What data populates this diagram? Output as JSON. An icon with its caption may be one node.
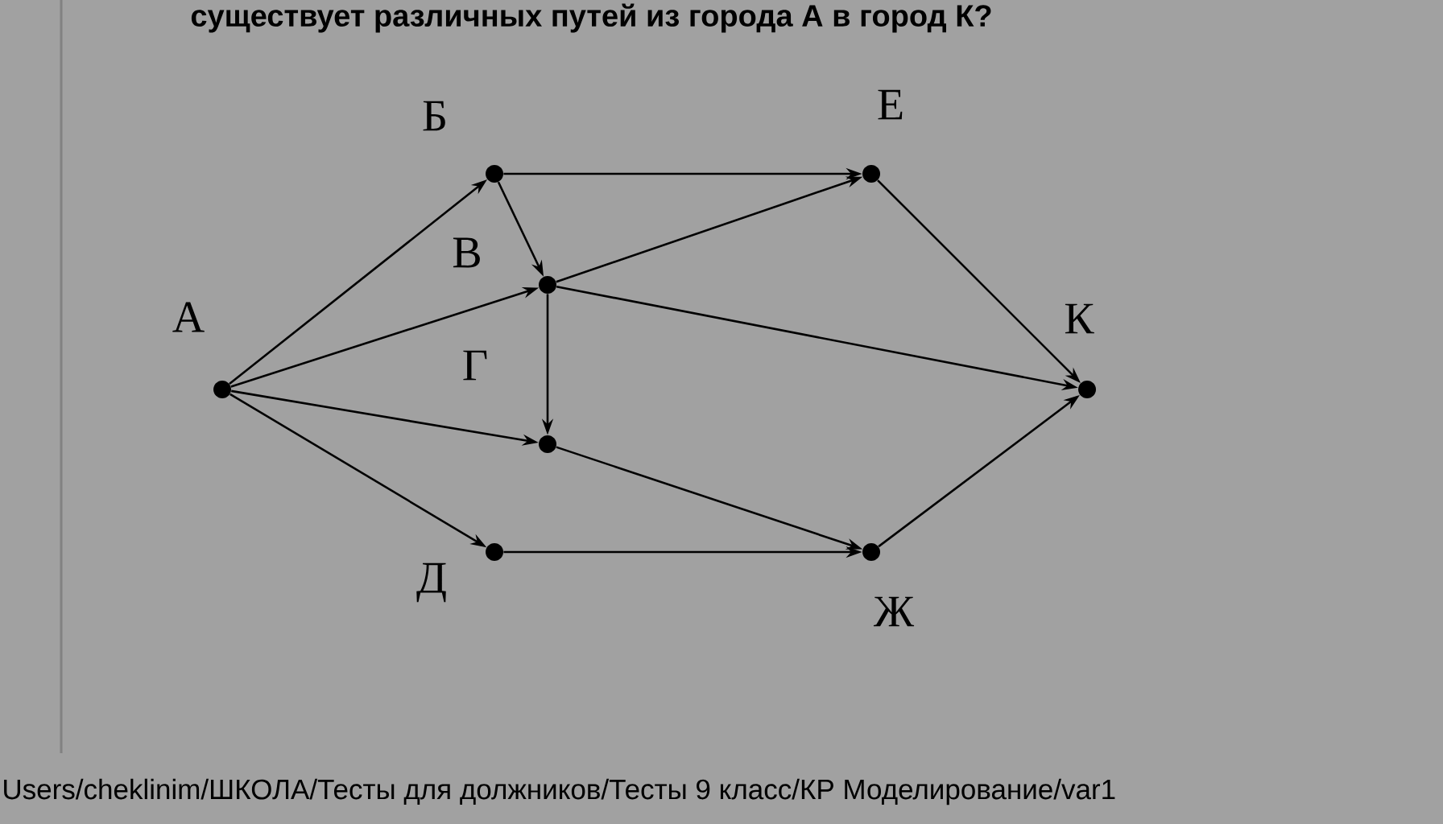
{
  "diagram": {
    "title": "существует различных путей из города А в город К?",
    "nodes": [
      {
        "text": [
          "А"
        ]
      },
      {
        "text": [
          "Б"
        ]
      },
      {
        "text": [
          "В"
        ]
      },
      {
        "text": [
          "Г"
        ]
      },
      {
        "text": [
          "Д"
        ]
      },
      {
        "text": [
          "Е"
        ]
      },
      {
        "text": [
          "Ж"
        ]
      },
      {
        "text": [
          "К"
        ]
      }
    ],
    "edges": [
      {
        "from": 0,
        "to": 1,
        "arrow": "to"
      },
      {
        "from": 0,
        "to": 2,
        "arrow": "to"
      },
      {
        "from": 0,
        "to": 3,
        "arrow": "to"
      },
      {
        "from": 0,
        "to": 4,
        "arrow": "to"
      },
      {
        "from": 1,
        "to": 2,
        "arrow": "to"
      },
      {
        "from": 1,
        "to": 5,
        "arrow": "to"
      },
      {
        "from": 2,
        "to": 5,
        "arrow": "to"
      },
      {
        "from": 2,
        "to": 3,
        "arrow": "to"
      },
      {
        "from": 2,
        "to": 7,
        "arrow": "to"
      },
      {
        "from": 3,
        "to": 6,
        "arrow": "to"
      },
      {
        "from": 4,
        "to": 6,
        "arrow": "to"
      },
      {
        "from": 5,
        "to": 7,
        "arrow": "to"
      },
      {
        "from": 6,
        "to": 7,
        "arrow": "to"
      }
    ],
    "labels": [
      "Users/cheklinim/ШКОЛА/Тесты для должников/Тесты 9 класс/КР Моделирование/var1"
    ]
  }
}
